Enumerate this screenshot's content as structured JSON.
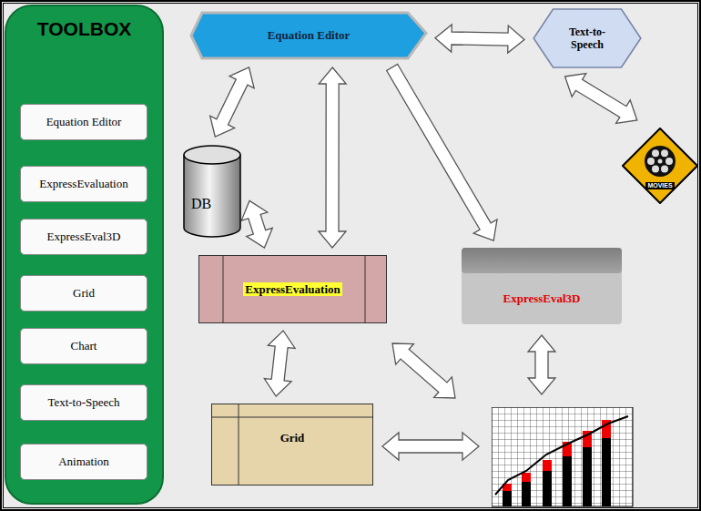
{
  "diagram": {
    "nodes": [
      {
        "text": [
          "TOOLBOX"
        ]
      },
      {
        "text": [
          "Equation Editor"
        ],
        "in": 0
      },
      {
        "text": [
          "ExpressEvaluation"
        ],
        "in": 0
      },
      {
        "text": [
          "ExpressEval3D"
        ],
        "in": 0
      },
      {
        "text": [
          "Grid"
        ],
        "in": 0
      },
      {
        "text": [
          "Chart"
        ],
        "in": 0
      },
      {
        "text": [
          "Text-to-Speech"
        ],
        "in": 0
      },
      {
        "text": [
          "Animation"
        ],
        "in": 0
      },
      {
        "text": [
          "Equation Editor"
        ]
      },
      {
        "text": [
          "Text-to- Speech"
        ]
      },
      {
        "text": [
          "MOVIES"
        ]
      },
      {
        "text": [
          "DB"
        ]
      },
      {
        "text": [
          "ExpressEvaluation"
        ]
      },
      {
        "text": [
          "ExpressEval3D"
        ]
      },
      {
        "text": [
          "Grid"
        ]
      }
    ],
    "edges": [
      {
        "from": 8,
        "to": 9,
        "arrow": "both"
      },
      {
        "from": 9,
        "to": 10,
        "arrow": "both"
      },
      {
        "from": 8,
        "to": 11,
        "arrow": "both"
      },
      {
        "from": 8,
        "to": 12,
        "arrow": "both"
      },
      {
        "from": 8,
        "to": 13,
        "arrow": "to"
      },
      {
        "from": 11,
        "to": 12,
        "arrow": "both"
      },
      {
        "from": 12,
        "to": 14,
        "arrow": "both"
      }
    ]
  }
}
